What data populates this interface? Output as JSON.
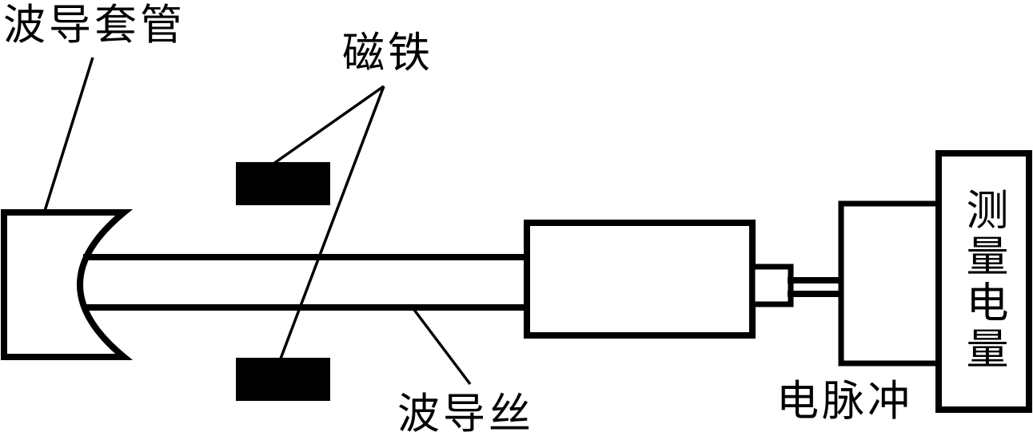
{
  "diagram": {
    "colors": {
      "ink": "#000000",
      "paper": "#ffffff"
    },
    "labels": {
      "waveguide_sleeve": "波导套管",
      "magnet": "磁铁",
      "waveguide_wire": "波导丝",
      "electric_pulse": "电脉冲",
      "measurement_display": "测量电量"
    }
  }
}
